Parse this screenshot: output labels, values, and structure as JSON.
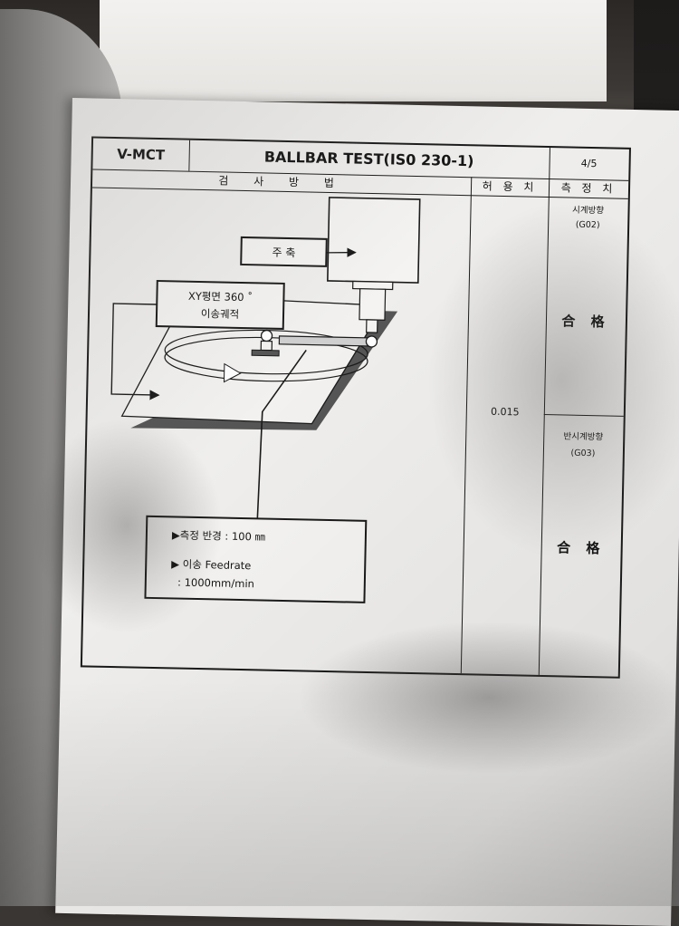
{
  "form": {
    "model": "V-MCT",
    "title": "BALLBAR TEST(IS0 230-1)",
    "page": "4/5",
    "col_method": "검 사 방 법",
    "col_tolerance": "허 용 치",
    "col_measured": "측 정 치"
  },
  "diagram": {
    "spindle_label": "주 축",
    "plane_label_1": "XY평면 360 ˚",
    "plane_label_2": "이송궤적",
    "spec_radius": "▶측정 반경 : 100 ㎜",
    "spec_feed_1": "▶ 이송 Feedrate",
    "spec_feed_2": "  : 1000mm/min"
  },
  "results": {
    "tolerance": "0.015",
    "cw_label": "시계방향",
    "cw_code": "(G02)",
    "cw_result": "合 格",
    "ccw_label": "반시계방향",
    "ccw_code": "(G03)",
    "ccw_result": "合 格"
  }
}
